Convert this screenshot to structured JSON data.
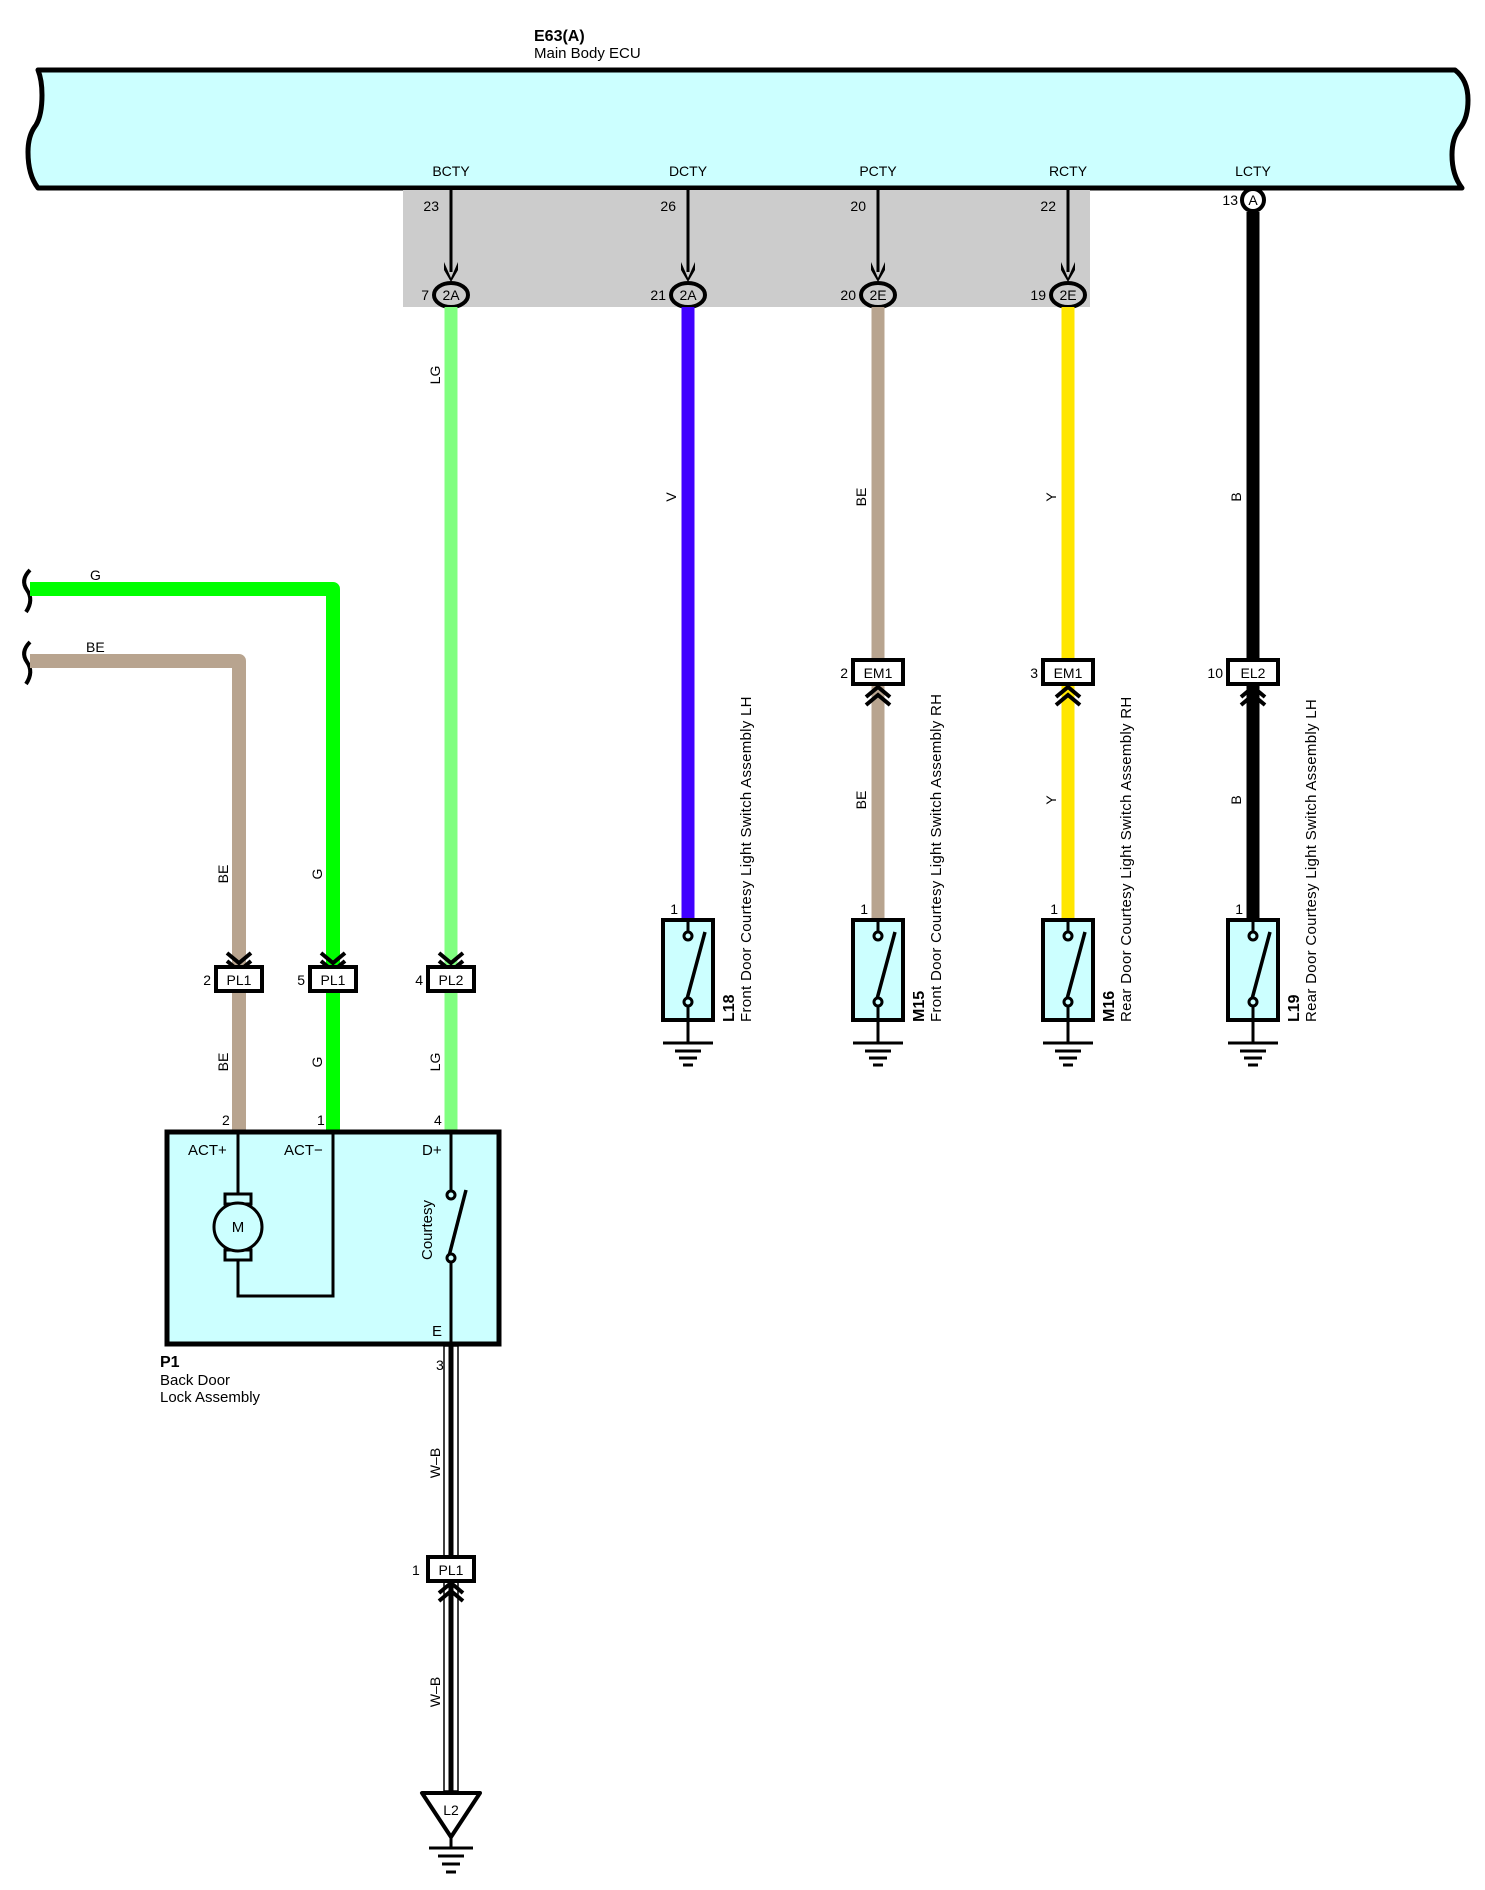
{
  "ecu": {
    "code": "E63(A)",
    "name": "Main Body ECU",
    "fill_color": "#ccffff",
    "junction_fill": "#cccccc",
    "terminals": [
      {
        "name": "BCTY",
        "ecu_pin": "23",
        "junction_pin": "7",
        "junction": "2A",
        "wire_color_code": "LG",
        "wire_hex": "#80ff80",
        "via_junction": true
      },
      {
        "name": "DCTY",
        "ecu_pin": "26",
        "junction_pin": "21",
        "junction": "2A",
        "wire_color_code": "V",
        "wire_hex": "#4000ff",
        "via_junction": true
      },
      {
        "name": "PCTY",
        "ecu_pin": "20",
        "junction_pin": "20",
        "junction": "2E",
        "wire_color_code": "BE",
        "wire_hex": "#b8a48f",
        "via_junction": true
      },
      {
        "name": "RCTY",
        "ecu_pin": "22",
        "junction_pin": "19",
        "junction": "2E",
        "wire_color_code": "Y",
        "wire_hex": "#ffe600",
        "via_junction": true
      },
      {
        "name": "LCTY",
        "ecu_pin": "13",
        "junction_pin": "",
        "junction": "A",
        "wire_color_code": "B",
        "wire_hex": "#000000",
        "via_junction": false
      }
    ]
  },
  "inline_connectors": [
    {
      "id": "EM1",
      "pin": "2",
      "wire": "PCTY",
      "wire_color_code_below": "BE"
    },
    {
      "id": "EM1",
      "pin": "3",
      "wire": "RCTY",
      "wire_color_code_below": "Y"
    },
    {
      "id": "EL2",
      "pin": "10",
      "wire": "LCTY",
      "wire_color_code_below": "B"
    }
  ],
  "switches": [
    {
      "code": "L18",
      "name": "Front Door Courtesy Light Switch Assembly LH",
      "pin": "1",
      "wire": "DCTY"
    },
    {
      "code": "M15",
      "name": "Front Door Courtesy Light Switch Assembly RH",
      "pin": "1",
      "wire": "PCTY"
    },
    {
      "code": "M16",
      "name": "Rear Door Courtesy Light Switch Assembly RH",
      "pin": "1",
      "wire": "RCTY"
    },
    {
      "code": "L19",
      "name": "Rear Door Courtesy Light Switch Assembly LH",
      "pin": "1",
      "wire": "LCTY"
    }
  ],
  "offpage_wires": [
    {
      "color_code": "G",
      "wire_hex": "#00ff00"
    },
    {
      "color_code": "BE",
      "wire_hex": "#b8a48f"
    }
  ],
  "pl_connectors": [
    {
      "id": "PL1",
      "pin": "2",
      "wire_color_code": "BE"
    },
    {
      "id": "PL1",
      "pin": "5",
      "wire_color_code": "G"
    },
    {
      "id": "PL2",
      "pin": "4",
      "wire_color_code": "LG"
    }
  ],
  "back_door_lock": {
    "code": "P1",
    "name_line1": "Back Door",
    "name_line2": "Lock Assembly",
    "fill_color": "#ccffff",
    "terminals": [
      {
        "label": "ACT+",
        "pin": "2",
        "wire_color_code": "BE"
      },
      {
        "label": "ACT−",
        "pin": "1",
        "wire_color_code": "G"
      },
      {
        "label": "D+",
        "pin": "4",
        "wire_color_code": "LG"
      },
      {
        "label": "E",
        "pin": "3",
        "wire_color_code": "W–B"
      }
    ],
    "motor_label": "M",
    "switch_label": "Courtesy"
  },
  "ground_path": {
    "wire_color_code": "W–B",
    "connector": {
      "id": "PL1",
      "pin": "1"
    },
    "ground_point": "L2"
  }
}
